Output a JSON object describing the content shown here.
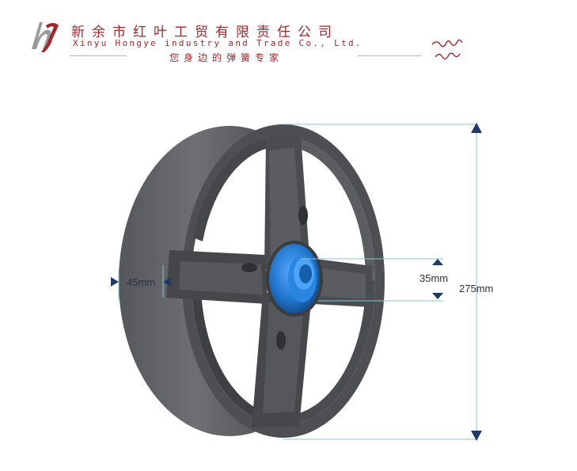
{
  "header": {
    "company_cn": "新余市红叶工贸有限责任公司",
    "company_en": "Xinyu Hongye industry and Trade Co., Ltd.",
    "slogan": "您身边的弹簧专家",
    "logo_icon": "hy-logo-icon",
    "signature_icon": "handwritten-signature-icon"
  },
  "dimensions": {
    "width_label": "45mm",
    "hub_label": "35mm",
    "diameter_label": "275mm"
  },
  "colors": {
    "brand_red": "#a3282c",
    "wheel_gray": "#4a4c50",
    "hub_blue": "#1f74c9",
    "dimension_line": "#8cc6cf",
    "arrow_navy": "#1f3a66"
  }
}
